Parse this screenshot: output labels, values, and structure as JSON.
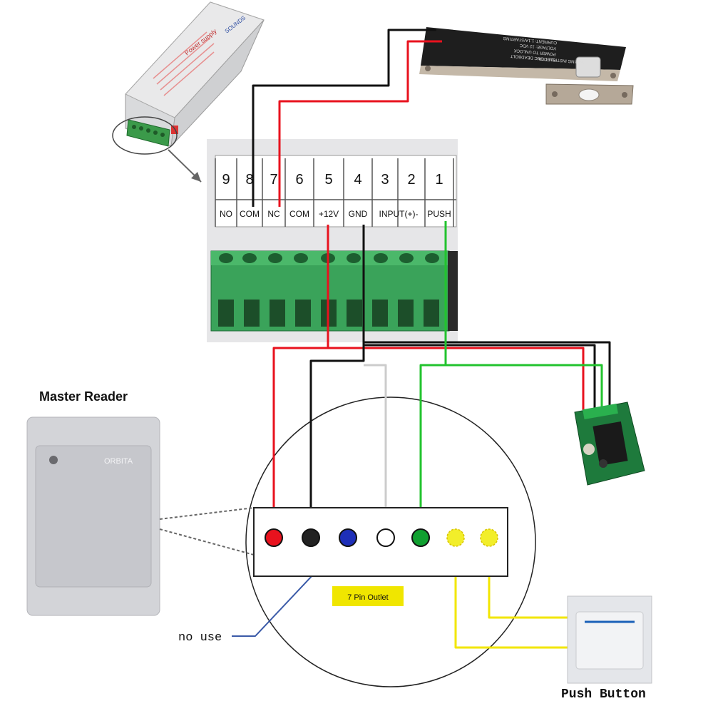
{
  "power_supply": {
    "brand": "SOUNDS",
    "title": "Power supply"
  },
  "lock": {
    "lines": [
      "ELECTRIC DEADBOLT",
      "POWER TO UNLOCK",
      "VOLTAGE: 12 VDC",
      "CURRENT: 1.1A/STARTING",
      "WIRING INSTRUCTION"
    ]
  },
  "terminal_block": {
    "numbers": [
      "9",
      "8",
      "7",
      "6",
      "5",
      "4",
      "3",
      "2",
      "1"
    ],
    "labels": [
      "NO",
      "COM",
      "NC",
      "COM",
      "+12V",
      "GND",
      "INPUT(+)-",
      "",
      "PUSH"
    ]
  },
  "reader": {
    "title": "Master Reader",
    "brand": "ORBITA"
  },
  "outlet": {
    "label": "7 Pin Outlet",
    "pins": [
      {
        "color": "#e8121e"
      },
      {
        "color": "#222222"
      },
      {
        "color": "#1e2fb8"
      },
      {
        "color": "#ffffff"
      },
      {
        "color": "#10a030"
      },
      {
        "color": "#f2ee2a"
      },
      {
        "color": "#f2ee2a"
      }
    ]
  },
  "annotations": {
    "no_use": "no use"
  },
  "push_button": {
    "label": "Push Button"
  },
  "colors": {
    "red": "#e8121e",
    "black": "#111111",
    "white": "#cccccc",
    "green": "#22c32e",
    "yellow": "#f2e600",
    "blue": "#3a5aa8",
    "terminal_green": "#3aa35a"
  }
}
